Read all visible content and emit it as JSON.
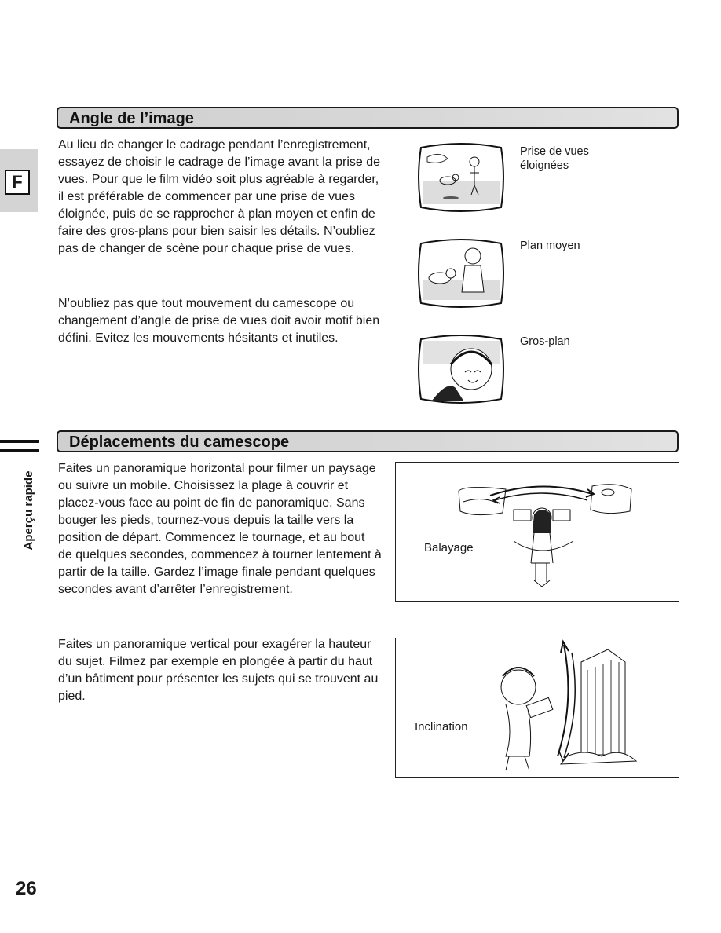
{
  "side_tab": {
    "letter": "F",
    "section_label": "Aperçu rapide"
  },
  "section1": {
    "title": "Angle de l’image",
    "paragraph1": "Au lieu de changer le cadrage pendant l’enregistrement, essayez de choisir le cadrage de l’image avant la prise de vues. Pour que le film vidéo soit plus agréable à regarder, il est préférable de commencer par une prise de vues éloignée, puis de se rapprocher à plan moyen et enfin de faire des gros-plans pour bien saisir les détails. N’oubliez pas de changer de scène pour chaque prise de vues.",
    "paragraph2": "N’oubliez pas que tout mouvement du camescope ou changement d’angle de prise de vues doit avoir motif bien défini. Evitez les mouvements hésitants et inutiles.",
    "shots": [
      {
        "label_line1": "Prise de vues",
        "label_line2": "éloignées"
      },
      {
        "label_line1": "Plan moyen",
        "label_line2": ""
      },
      {
        "label_line1": "Gros-plan",
        "label_line2": ""
      }
    ]
  },
  "section2": {
    "title": "Déplacements du camescope",
    "paragraph1": "Faites un panoramique horizontal pour filmer un paysage ou suivre un mobile. Choisissez la plage à couvrir et placez-vous face au point de fin de panoramique. Sans bouger les pieds, tournez-vous depuis la taille vers la position de départ. Commencez le tournage, et au bout de quelques secondes, commencez à tourner lentement à partir de la taille. Gardez l’image finale pendant quelques secondes avant d’arrêter l’enregistrement.",
    "paragraph2": "Faites un panoramique vertical pour exagérer la hauteur du sujet. Filmez par exemple en plongée à partir du haut d’un bâtiment pour présenter les sujets qui se trouvent au pied.",
    "diagram1_label": "Balayage",
    "diagram2_label": "Inclination"
  },
  "page_number": "26"
}
